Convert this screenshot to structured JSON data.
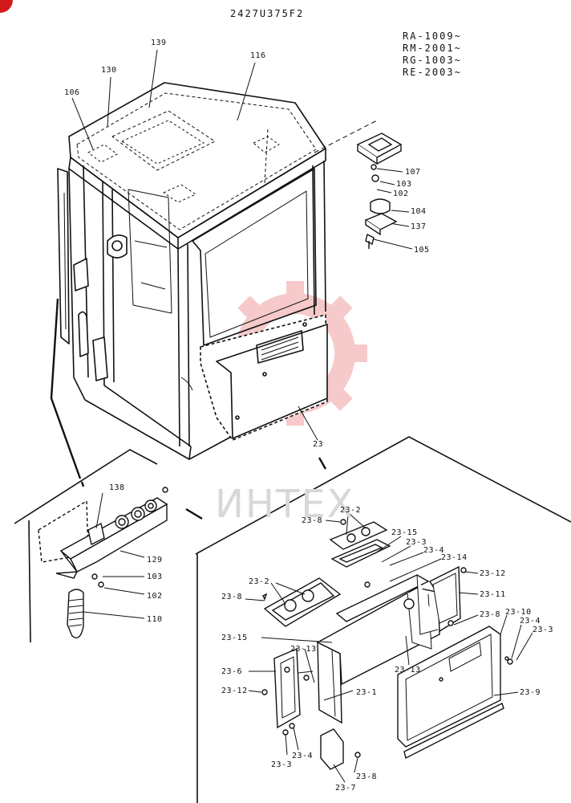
{
  "page": {
    "drawing_code": "2427U375F2",
    "models": [
      "RA-1009~",
      "RM-2001~",
      "RG-1003~",
      "RE-2003~"
    ],
    "watermark": "ИНТЕХ"
  },
  "callouts": {
    "c139": "139",
    "c130": "130",
    "c116": "116",
    "c106": "106",
    "c107": "107",
    "c103a": "103",
    "c102a": "102",
    "c104": "104",
    "c137": "137",
    "c105": "105",
    "c23": "23",
    "c138": "138",
    "c129": "129",
    "c103b": "103",
    "c102b": "102",
    "c110": "110",
    "c23_2a": "23-2",
    "c23_8a": "23-8",
    "c23_15a": "23-15",
    "c23_3a": "23-3",
    "c23_4a": "23-4",
    "c23_14": "23-14",
    "c23_12a": "23-12",
    "c23_2b": "23-2",
    "c23_8b": "23-8",
    "c23_11": "23-11",
    "c23_15b": "23-15",
    "c23_13a": "23-13",
    "c23_8c": "23-8",
    "c23_10": "23-10",
    "c23_4b": "23-4",
    "c23_3b": "23-3",
    "c23_6": "23-6",
    "c23_13b": "23-13",
    "c23_12b": "23-12",
    "c23_1": "23-1",
    "c23_9": "23-9",
    "c23_3c": "23-3",
    "c23_4c": "23-4",
    "c23_8d": "23-8",
    "c23_7": "23-7"
  }
}
